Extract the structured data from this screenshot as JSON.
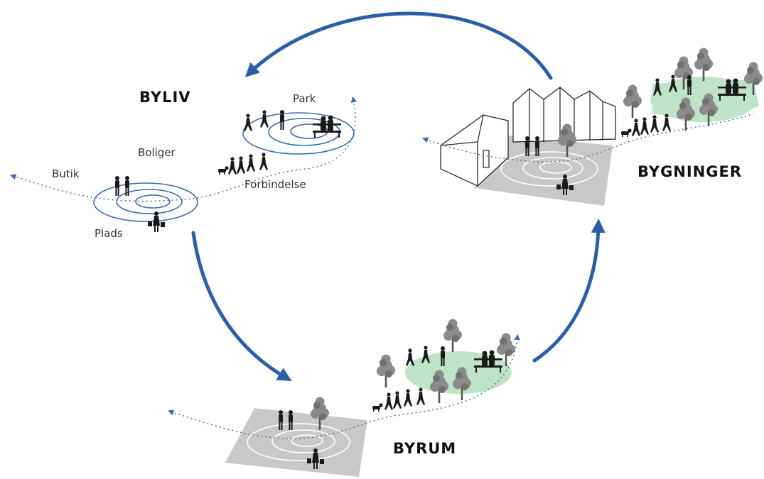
{
  "titles": {
    "byliv": "BYLIV",
    "bygninger": "BYGNINGER",
    "byrum": "BYRUM"
  },
  "labels": {
    "park": "Park",
    "boliger": "Boliger",
    "butik": "Butik",
    "forbindelse": "Forbindelse",
    "plads": "Plads"
  },
  "colors": {
    "cycle_arrow": "#2a5fa8",
    "rings": "#3a6ab0",
    "path_dots": "#3a6ab0",
    "plaza_fill": "#c8c8c8",
    "park_fill": "#bfe3c6",
    "tree": "#8a8a8a",
    "people": "#1a1a1a"
  },
  "icons": [
    "person-icon",
    "tree-icon",
    "bench-icon",
    "dog-icon",
    "house-icon",
    "shopper-icon"
  ]
}
